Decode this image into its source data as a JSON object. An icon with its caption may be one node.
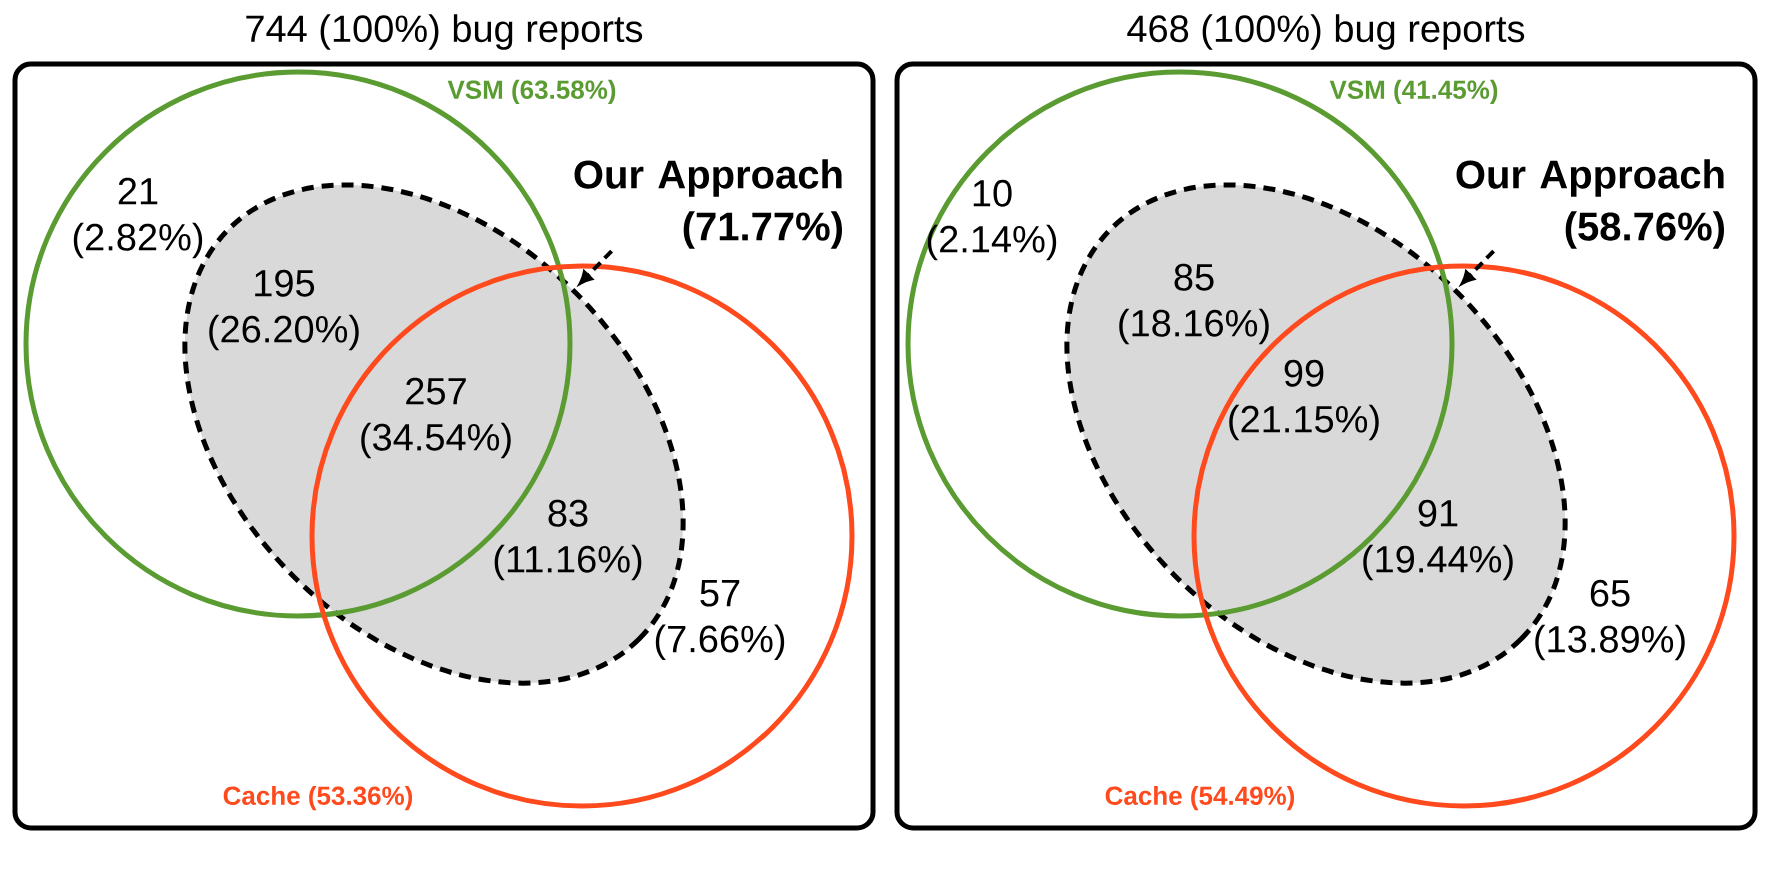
{
  "diagram": {
    "nodes": [
      {
        "text": [
          "744 (100%) bug reports"
        ]
      },
      {
        "text": [
          "VSM (63.58%)"
        ],
        "in": 0
      },
      {
        "text": [
          "Cache (53.36%)"
        ],
        "in": 0
      },
      {
        "text": [],
        "shape": "ellipse",
        "in": 0
      },
      {
        "text": [
          "Our Approach (71.77%)"
        ],
        "in": 0
      },
      {
        "text": [
          "468 (100%) bug reports"
        ]
      },
      {
        "text": [
          "VSM (41.45%)"
        ],
        "in": 5
      },
      {
        "text": [
          "Cache (54.49%)"
        ],
        "in": 5
      },
      {
        "text": [],
        "shape": "ellipse",
        "in": 5
      },
      {
        "text": [
          "Our Approach (58.76%)"
        ],
        "in": 5
      }
    ],
    "edges": [
      {
        "from": 4,
        "to": 3,
        "arrow": "to",
        "style": "dashed"
      },
      {
        "from": 9,
        "to": 8,
        "arrow": "to",
        "style": "dashed"
      }
    ],
    "labels": [
      "21 (2.82%)",
      "195 (26.20%)",
      "257 (34.54%)",
      "83 (11.16%)",
      "57 (7.66%)",
      "10 (2.14%)",
      "85 (18.16%)",
      "99 (21.15%)",
      "91 (19.44%)",
      "65 (13.89%)"
    ]
  }
}
